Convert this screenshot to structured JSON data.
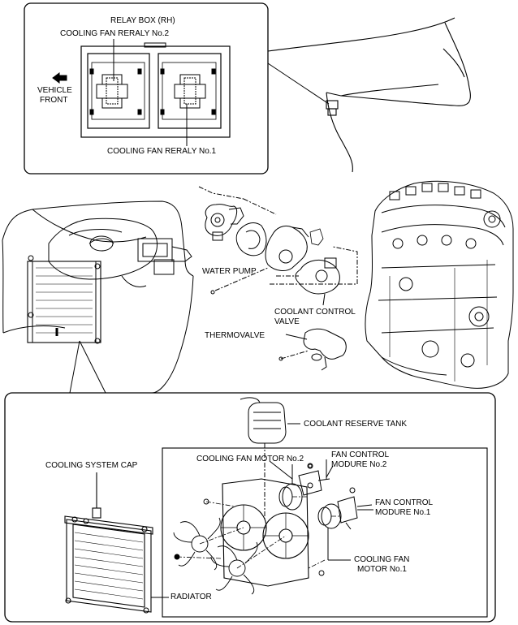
{
  "labels": {
    "relay_box": "RELAY BOX (RH)",
    "relay_no2": "COOLING FAN RERALY No.2",
    "relay_no1": "COOLING FAN RERALY No.1",
    "vehicle_front_1": "VEHICLE",
    "vehicle_front_2": "FRONT",
    "water_pump": "WATER PUMP",
    "coolant_control_1": "COOLANT CONTROL",
    "coolant_control_2": "VALVE",
    "thermovalve": "THERMOVALVE",
    "coolant_reserve_tank": "COOLANT RESERVE TANK",
    "cooling_system_cap": "COOLING SYSTEM CAP",
    "fan_motor_no2": "COOLING FAN MOTOR No.2",
    "fan_control_no2_1": "FAN CONTROL",
    "fan_control_no2_2": "MODURE No.2",
    "fan_control_no1_1": "FAN CONTROL",
    "fan_control_no1_2": "MODURE No.1",
    "fan_motor_no1_1": "COOLING FAN",
    "fan_motor_no1_2": "MOTOR No.1",
    "radiator": "RADIATOR"
  }
}
